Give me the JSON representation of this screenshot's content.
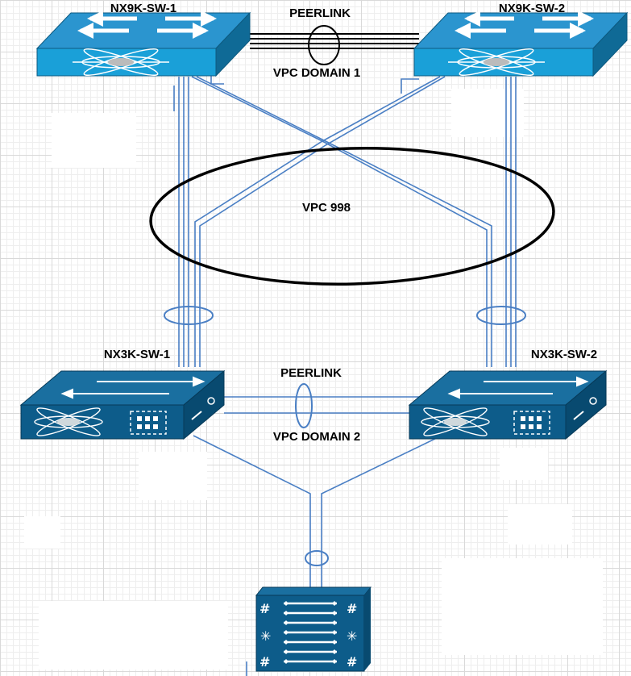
{
  "colors": {
    "link": "#4a7fc4",
    "switch_top": "#2b95cf",
    "switch_front": "#1aa0d8",
    "switch_side": "#0f6a96",
    "switch3k_top": "#1a6fa0",
    "switch3k_front": "#0d5c8a",
    "switch3k_side": "#084a70",
    "server": "#1a6fa0",
    "ring": "#4a7fc4",
    "vpc_ellipse": "#000000"
  },
  "labels": {
    "nx9k_sw1": "NX9K-SW-1",
    "nx9k_sw2": "NX9K-SW-2",
    "peerlink_top": "PEERLINK",
    "vpc_domain_1": "VPC DOMAIN 1",
    "vpc_998": "VPC 998",
    "nx3k_sw1": "NX3K-SW-1",
    "nx3k_sw2": "NX3K-SW-2",
    "peerlink_bottom": "PEERLINK",
    "vpc_domain_2": "VPC DOMAIN 2"
  },
  "icons": {
    "nx9k": "nexus-9k-switch-icon",
    "nx3k": "nexus-3k-switch-icon",
    "server": "server-icon"
  }
}
